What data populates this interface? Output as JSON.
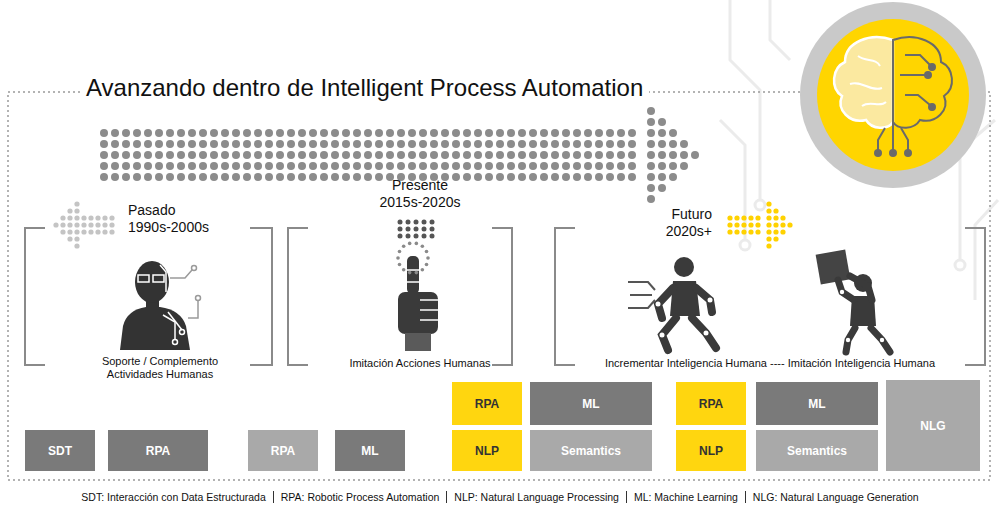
{
  "diagram": {
    "title": "Avanzando dentro de Intelligent Process Automation",
    "nodes": [
      {
        "text": [
          "SDT"
        ]
      },
      {
        "text": [
          "RPA"
        ]
      },
      {
        "text": [
          "RPA"
        ]
      },
      {
        "text": [
          "ML"
        ]
      },
      {
        "text": [
          "RPA"
        ]
      },
      {
        "text": [
          "ML"
        ]
      },
      {
        "text": [
          "NLP"
        ]
      },
      {
        "text": [
          "Semantics"
        ]
      },
      {
        "text": [
          "RPA"
        ]
      },
      {
        "text": [
          "ML"
        ]
      },
      {
        "text": [
          "NLP"
        ]
      },
      {
        "text": [
          "Semantics"
        ]
      },
      {
        "text": [
          "NLG"
        ]
      }
    ],
    "labels": [
      "Pasado 1990s-2000s",
      "Presente 2015s-2020s",
      "Futuro 2020s+",
      "Soporte / Complemento Actividades Humanas",
      "Imitación Acciones Humanas",
      "Incrementar Inteligencia Humana ---- Imitación Inteligencia Humana",
      "SDT: Interacción con Data Estructurada",
      "RPA: Robotic Process Automation",
      "NLP: Natural Language Processing",
      "ML: Machine Learning",
      "NLG: Natural Language Generation"
    ]
  }
}
